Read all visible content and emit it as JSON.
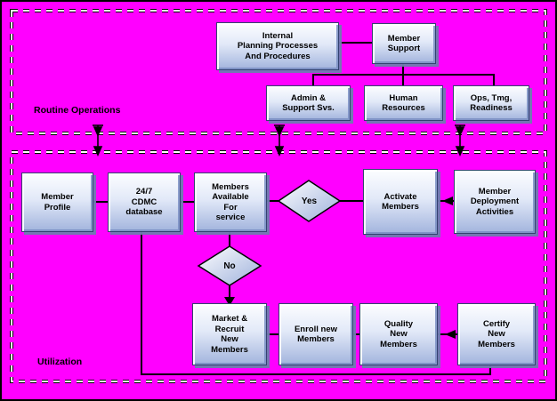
{
  "colors": {
    "background": "#ff00ff",
    "box_fill_top": "#fcfdff",
    "box_fill_bottom": "#a2b4dd",
    "box_border": "#334270",
    "connector": "#000000",
    "region_dash_white": "#ffffff",
    "region_dash_black": "#000000"
  },
  "regions": [
    {
      "id": "routine-operations",
      "label": "Routine Operations"
    },
    {
      "id": "utilization",
      "label": "Utilization"
    }
  ],
  "nodes": [
    {
      "id": "internal-planning",
      "shape": "box",
      "label": "Internal\nPlanning Processes\nAnd Procedures"
    },
    {
      "id": "member-support",
      "shape": "box",
      "label": "Member\nSupport"
    },
    {
      "id": "admin-support-svs",
      "shape": "box",
      "label": "Admin &\nSupport Svs."
    },
    {
      "id": "human-resources",
      "shape": "box",
      "label": "Human\nResources"
    },
    {
      "id": "ops-tmg-readiness",
      "shape": "box",
      "label": "Ops, Tmg,\nReadiness"
    },
    {
      "id": "member-profile",
      "shape": "box",
      "label": "Member\nProfile"
    },
    {
      "id": "cdmc-database",
      "shape": "box",
      "label": "24/7\nCDMC\ndatabase"
    },
    {
      "id": "members-available",
      "shape": "box",
      "label": "Members\nAvailable\nFor\nservice"
    },
    {
      "id": "yes-decision",
      "shape": "diamond",
      "label": "Yes"
    },
    {
      "id": "activate-members",
      "shape": "box",
      "label": "Activate\nMembers"
    },
    {
      "id": "member-deployment",
      "shape": "box",
      "label": "Member\nDeployment\nActivities"
    },
    {
      "id": "no-decision",
      "shape": "diamond",
      "label": "No"
    },
    {
      "id": "market-recruit",
      "shape": "box",
      "label": "Market &\nRecruit\nNew\nMembers"
    },
    {
      "id": "enroll-new-members",
      "shape": "box",
      "label": "Enroll new\nMembers"
    },
    {
      "id": "quality-new-members",
      "shape": "box",
      "label": "Quality\nNew\nMembers"
    },
    {
      "id": "certify-new-members",
      "shape": "box",
      "label": "Certify\nNew\nMembers"
    }
  ]
}
